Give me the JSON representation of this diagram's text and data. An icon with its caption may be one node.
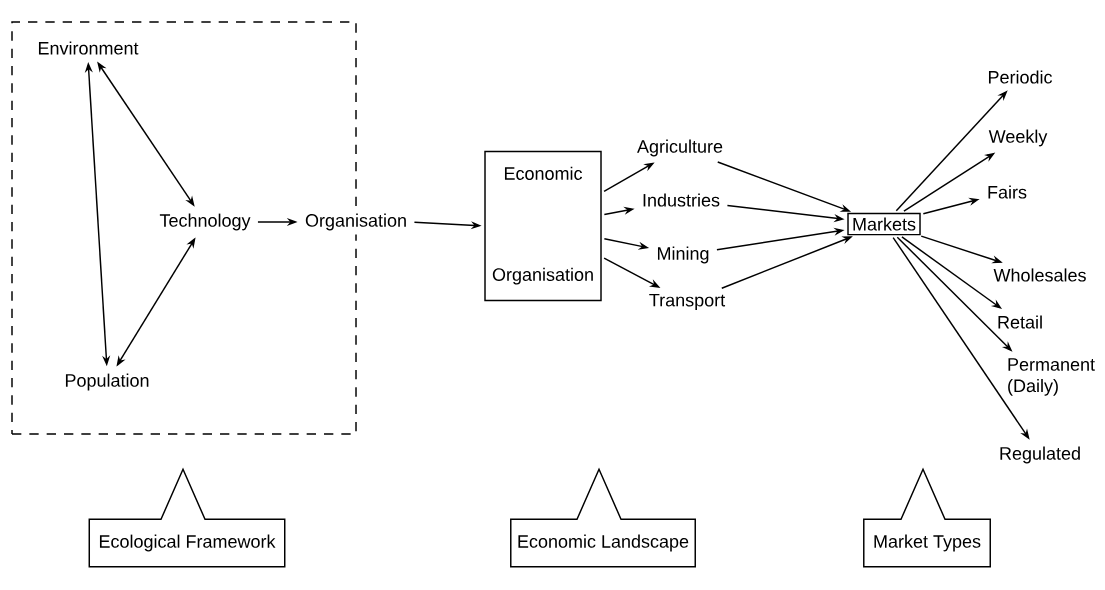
{
  "diagram": {
    "nodes": [
      {
        "text": [],
        "shape": "box"
      },
      {
        "text": [
          "Environment"
        ],
        "in": 0
      },
      {
        "text": [
          "Technology"
        ],
        "in": 0
      },
      {
        "text": [
          "Population"
        ],
        "in": 0
      },
      {
        "text": [
          "Organisation"
        ]
      },
      {
        "text": [
          "Economic",
          "Organisation"
        ]
      },
      {
        "text": [
          "Agriculture"
        ]
      },
      {
        "text": [
          "Industries"
        ]
      },
      {
        "text": [
          "Mining"
        ]
      },
      {
        "text": [
          "Transport"
        ]
      },
      {
        "text": [
          "Markets"
        ]
      },
      {
        "text": [
          "Periodic"
        ]
      },
      {
        "text": [
          "Weekly"
        ]
      },
      {
        "text": [
          "Fairs"
        ]
      },
      {
        "text": [
          "Wholesales"
        ]
      },
      {
        "text": [
          "Retail"
        ]
      },
      {
        "text": [
          "Permanent (Daily)"
        ]
      },
      {
        "text": [
          "Regulated"
        ]
      },
      {
        "text": [
          "Ecological Framework"
        ]
      },
      {
        "text": [
          "Economic Landscape"
        ]
      },
      {
        "text": [
          "Market Types"
        ]
      }
    ],
    "edges": [
      {
        "from": 1,
        "to": 3,
        "arrow": "both"
      },
      {
        "from": 1,
        "to": 2,
        "arrow": "both"
      },
      {
        "from": 2,
        "to": 3,
        "arrow": "both"
      },
      {
        "from": 2,
        "to": 4,
        "arrow": "to"
      },
      {
        "from": 4,
        "to": 5,
        "arrow": "to"
      },
      {
        "from": 5,
        "to": 6,
        "arrow": "to"
      },
      {
        "from": 5,
        "to": 7,
        "arrow": "to"
      },
      {
        "from": 5,
        "to": 8,
        "arrow": "to"
      },
      {
        "from": 5,
        "to": 9,
        "arrow": "to"
      },
      {
        "from": 6,
        "to": 10,
        "arrow": "to"
      },
      {
        "from": 7,
        "to": 10,
        "arrow": "to"
      },
      {
        "from": 8,
        "to": 10,
        "arrow": "to"
      },
      {
        "from": 9,
        "to": 10,
        "arrow": "to"
      },
      {
        "from": 10,
        "to": 11,
        "arrow": "to"
      },
      {
        "from": 10,
        "to": 12,
        "arrow": "to"
      },
      {
        "from": 10,
        "to": 13,
        "arrow": "to"
      },
      {
        "from": 10,
        "to": 14,
        "arrow": "to"
      },
      {
        "from": 10,
        "to": 15,
        "arrow": "to"
      },
      {
        "from": 10,
        "to": 16,
        "arrow": "to"
      },
      {
        "from": 10,
        "to": 17,
        "arrow": "to"
      }
    ]
  }
}
